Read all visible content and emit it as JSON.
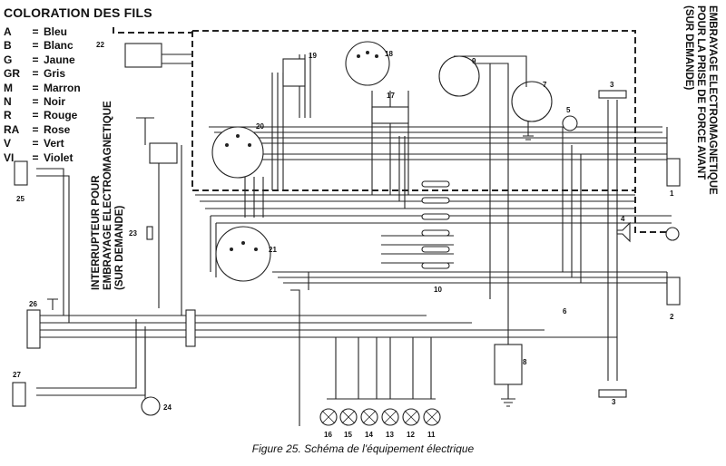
{
  "legend": {
    "title": "COLORATION DES FILS",
    "items": [
      {
        "code": "A",
        "eq": "=",
        "name": "Bleu"
      },
      {
        "code": "B",
        "eq": "=",
        "name": "Blanc"
      },
      {
        "code": "G",
        "eq": "=",
        "name": "Jaune"
      },
      {
        "code": "GR",
        "eq": "=",
        "name": "Gris"
      },
      {
        "code": "M",
        "eq": "=",
        "name": "Marron"
      },
      {
        "code": "N",
        "eq": "=",
        "name": "Noir"
      },
      {
        "code": "R",
        "eq": "=",
        "name": "Rouge"
      },
      {
        "code": "RA",
        "eq": "=",
        "name": "Rose"
      },
      {
        "code": "V",
        "eq": "=",
        "name": "Vert"
      },
      {
        "code": "VI",
        "eq": "=",
        "name": "Violet"
      }
    ]
  },
  "notes": {
    "left_vertical": "INTERRUPTEUR POUR\nEMBRAYAGE ELECTROMAGNETIQUE\n(SUR DEMANDE)",
    "right_vertical": "EMBRAYAGE ELECTROMAGNETIQUE\nPOUR LA PRISE DE FORCE AVANT\n(SUR DEMANDE)"
  },
  "components": {
    "c1": "1",
    "c2": "2",
    "c3_top": "3",
    "c3_bottom": "3",
    "c4": "4",
    "c5": "5",
    "c6": "6",
    "c7": "7",
    "c8": "8",
    "c9": "9",
    "c10": "10",
    "c17": "17",
    "c18": "18",
    "c19": "19",
    "c20": "20",
    "c21": "21",
    "c22": "22",
    "c23": "23",
    "c24": "24",
    "c25": "25",
    "c26": "26",
    "c27": "27"
  },
  "lamps": [
    "16",
    "15",
    "14",
    "13",
    "12",
    "11"
  ],
  "caption": "Figure 25.  Schéma de l'équipement électrique"
}
